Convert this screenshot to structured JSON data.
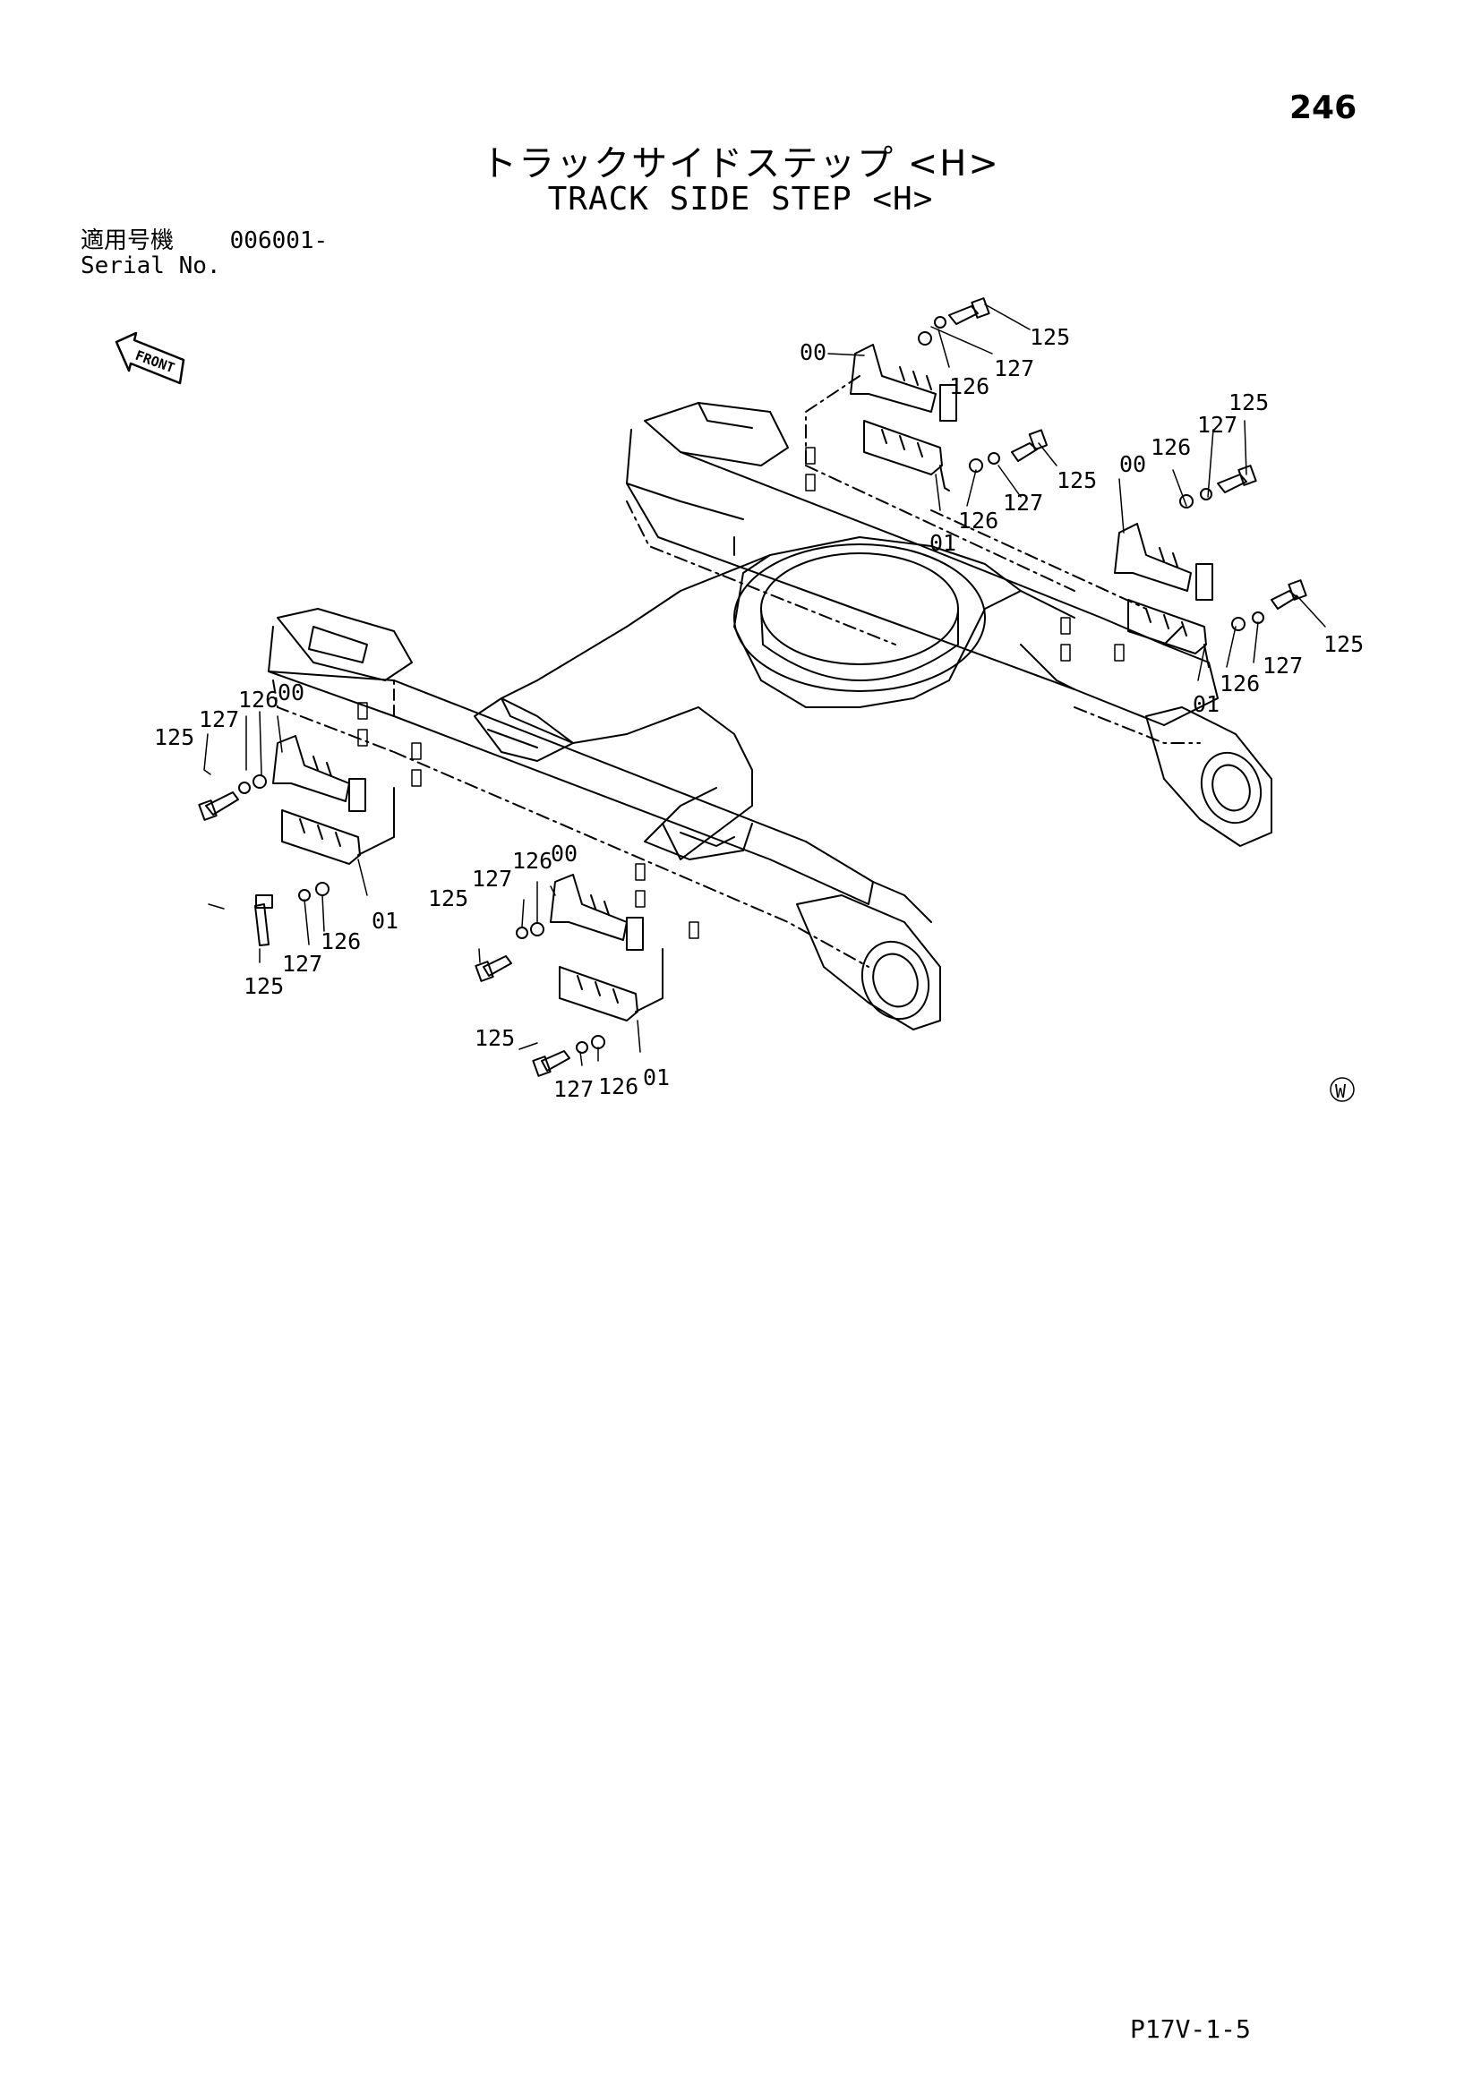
{
  "page_number": "246",
  "title_jp": "トラックサイドステップ <H>",
  "title_en": "TRACK SIDE STEP <H>",
  "serial": {
    "label_jp": "適用号機",
    "value": "006001-",
    "label_en": "Serial No."
  },
  "front_arrow_label": "FRONT",
  "watermark": "W",
  "footer_code": "P17V-1-5",
  "part_numbers": {
    "p00": "00",
    "p01": "01",
    "p125": "125",
    "p126": "126",
    "p127": "127"
  }
}
